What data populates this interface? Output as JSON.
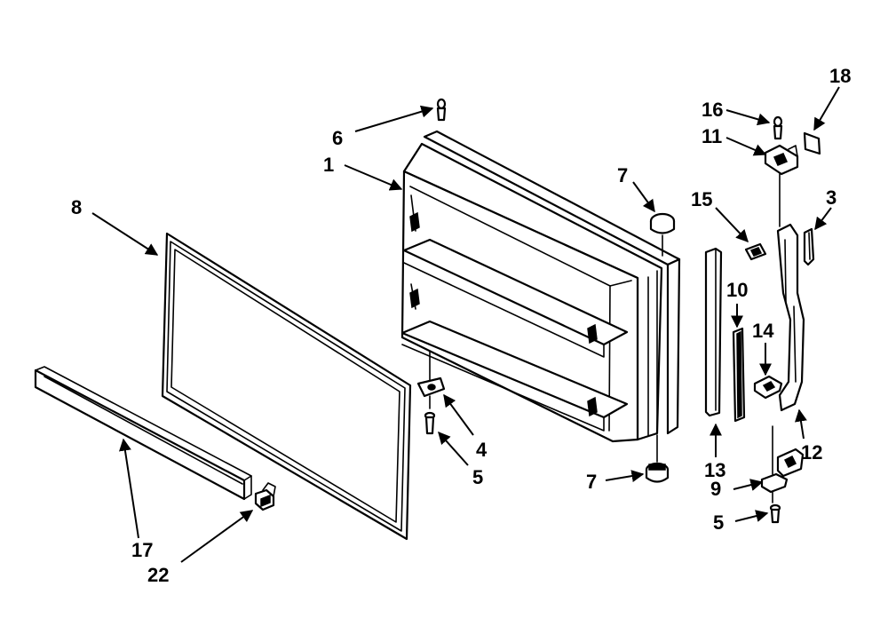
{
  "callouts": {
    "c1": "1",
    "c3": "3",
    "c4": "4",
    "c5a": "5",
    "c5b": "5",
    "c6": "6",
    "c7a": "7",
    "c7b": "7",
    "c8": "8",
    "c9": "9",
    "c10": "10",
    "c11": "11",
    "c12": "12",
    "c13": "13",
    "c14": "14",
    "c15": "15",
    "c16": "16",
    "c17": "17",
    "c18": "18",
    "c22": "22"
  },
  "colors": {
    "line": "#000000",
    "background": "#ffffff"
  }
}
